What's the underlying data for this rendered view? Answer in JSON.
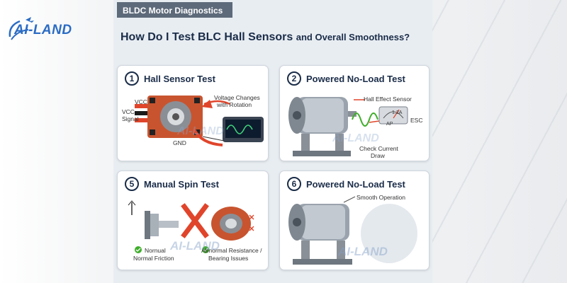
{
  "brand": {
    "logo_text": "AI-LAND",
    "watermark": "AI-LAND"
  },
  "header": {
    "tab_label": "BLDC Motor Diagnostics"
  },
  "title": {
    "main": "How Do I Test BLC Hall Sensors",
    "tail": "and Overall Smoothness?"
  },
  "cards": [
    {
      "number": "1",
      "title": "Hall Sensor Test",
      "labels": {
        "vcc1": "VCC",
        "vcc2": "VCC",
        "signal": "Signal",
        "voltage": "Voltage Changes",
        "rotation": "with Rotation",
        "gnd": "GND"
      }
    },
    {
      "number": "2",
      "title": "Powered No-Load Test",
      "labels": {
        "hall": "Hall Effect Sensor",
        "esc": "ESC",
        "meter": "1.2A",
        "ap": "AP",
        "check": "Check Current",
        "draw": "Draw"
      }
    },
    {
      "number": "5",
      "title": "Manual Spin Test",
      "labels": {
        "normal1": "Nornual",
        "normal2": "Normal Friction",
        "abnormal1": "Abnormal Resistance /",
        "abnormal2": "Bearing Issues"
      }
    },
    {
      "number": "6",
      "title": "Powered No-Load Test",
      "labels": {
        "smooth": "Smooth Operation"
      }
    }
  ],
  "colors": {
    "navy": "#1a2c48",
    "accent": "#2b6cc4",
    "red": "#e0452b",
    "copper": "#c8542f",
    "wave": "#3fae2b"
  }
}
